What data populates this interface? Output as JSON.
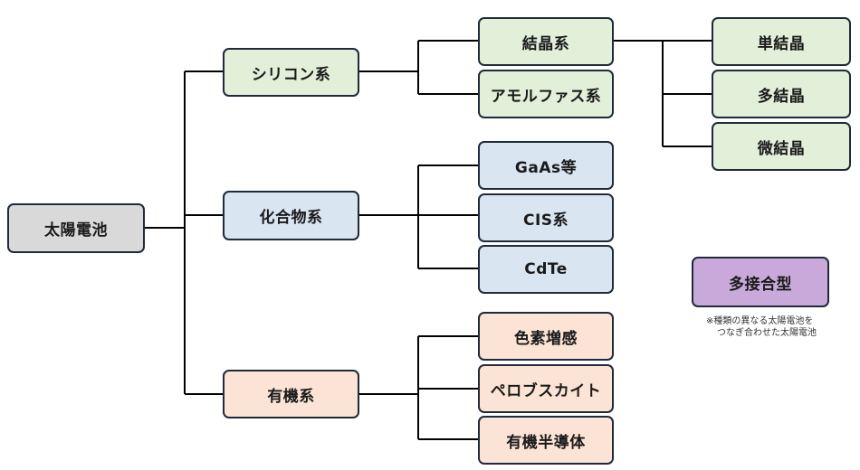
{
  "root": "太陽電池",
  "categories": {
    "silicon": {
      "label": "シリコン系",
      "children": [
        "結晶系",
        "アモルファス系"
      ],
      "crystal_children": [
        "単結晶",
        "多結晶",
        "微結晶"
      ]
    },
    "compound": {
      "label": "化合物系",
      "children": [
        "GaAs等",
        "CIS系",
        "CdTe"
      ]
    },
    "organic": {
      "label": "有機系",
      "children": [
        "色素増感",
        "ペロブスカイト",
        "有機半導体"
      ]
    }
  },
  "multijunction": {
    "label": "多接合型",
    "note_line1": "※種類の異なる太陽電池を",
    "note_line2": "つなぎ合わせた太陽電池"
  },
  "colors": {
    "root": "#d9d9d9",
    "silicon": "#e2efd9",
    "compound": "#dae5f2",
    "organic": "#fbe4d5",
    "multijunction": "#c9a9d9",
    "border": "#1f2a3a"
  }
}
